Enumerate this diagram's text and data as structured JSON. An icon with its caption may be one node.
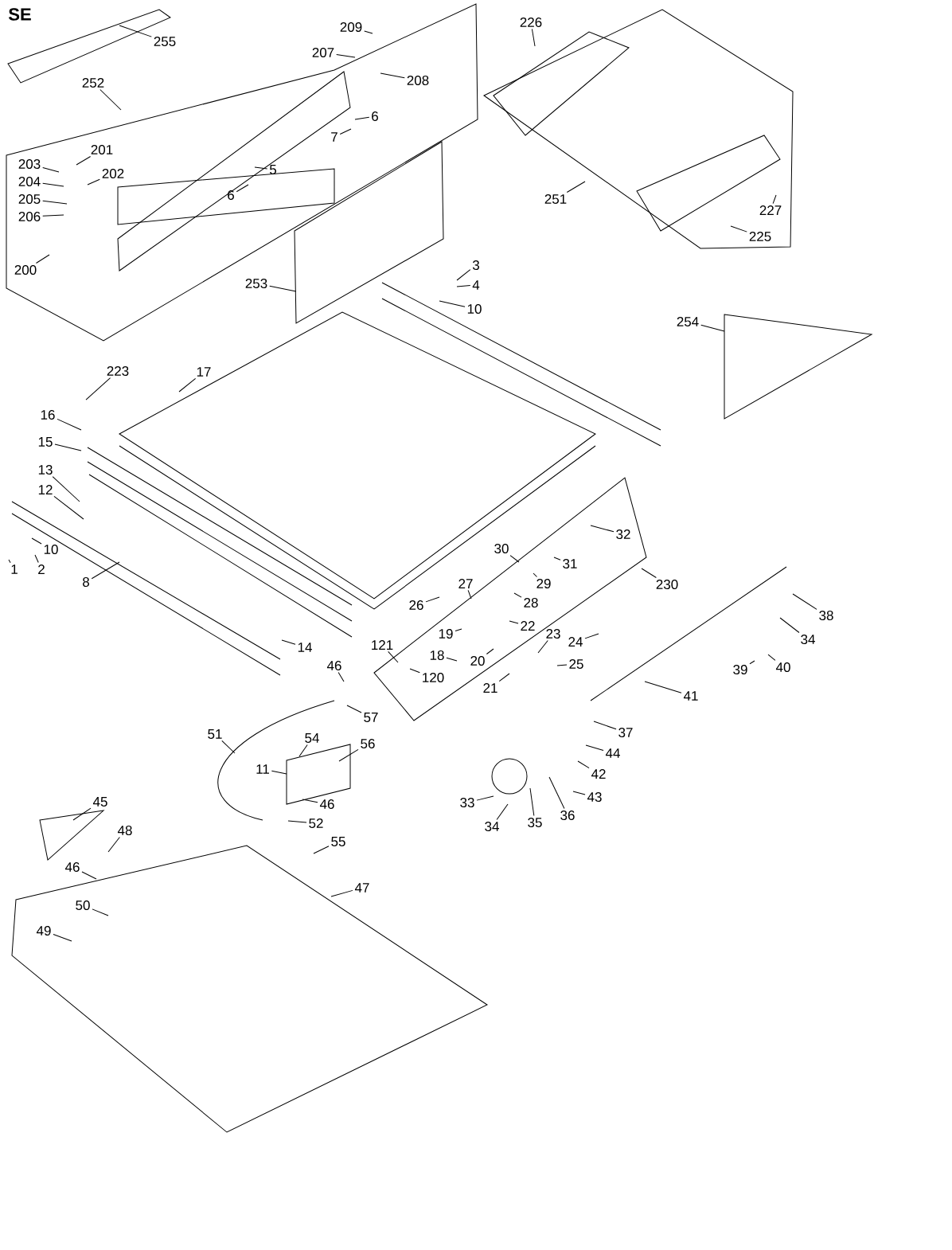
{
  "diagram": {
    "nodes": [
      {
        "text": [
          "255"
        ]
      },
      {
        "text": [
          "252"
        ]
      },
      {
        "text": [
          "209"
        ]
      },
      {
        "text": [
          "207"
        ]
      },
      {
        "text": [
          "208"
        ]
      },
      {
        "text": [
          "6"
        ]
      },
      {
        "text": [
          "7"
        ]
      },
      {
        "text": [
          "201"
        ]
      },
      {
        "text": [
          "203"
        ]
      },
      {
        "text": [
          "202"
        ]
      },
      {
        "text": [
          "204"
        ]
      },
      {
        "text": [
          "205"
        ]
      },
      {
        "text": [
          "206"
        ]
      },
      {
        "text": [
          "200"
        ]
      },
      {
        "text": [
          "5"
        ]
      },
      {
        "text": [
          "6"
        ]
      },
      {
        "text": [
          "226"
        ]
      },
      {
        "text": [
          "251"
        ]
      },
      {
        "text": [
          "227"
        ]
      },
      {
        "text": [
          "225"
        ]
      },
      {
        "text": [
          "253"
        ]
      },
      {
        "text": [
          "3"
        ]
      },
      {
        "text": [
          "4"
        ]
      },
      {
        "text": [
          "10"
        ]
      },
      {
        "text": [
          "254"
        ]
      },
      {
        "text": [
          "17"
        ]
      },
      {
        "text": [
          "223"
        ]
      },
      {
        "text": [
          "16"
        ]
      },
      {
        "text": [
          "15"
        ]
      },
      {
        "text": [
          "13"
        ]
      },
      {
        "text": [
          "12"
        ]
      },
      {
        "text": [
          "10"
        ]
      },
      {
        "text": [
          "1"
        ]
      },
      {
        "text": [
          "2"
        ]
      },
      {
        "text": [
          "8"
        ]
      },
      {
        "text": [
          "14"
        ]
      },
      {
        "text": [
          "32"
        ]
      },
      {
        "text": [
          "30"
        ]
      },
      {
        "text": [
          "31"
        ]
      },
      {
        "text": [
          "29"
        ]
      },
      {
        "text": [
          "28"
        ]
      },
      {
        "text": [
          "230"
        ]
      },
      {
        "text": [
          "27"
        ]
      },
      {
        "text": [
          "26"
        ]
      },
      {
        "text": [
          "22"
        ]
      },
      {
        "text": [
          "23"
        ]
      },
      {
        "text": [
          "24"
        ]
      },
      {
        "text": [
          "25"
        ]
      },
      {
        "text": [
          "19"
        ]
      },
      {
        "text": [
          "18"
        ]
      },
      {
        "text": [
          "20"
        ]
      },
      {
        "text": [
          "21"
        ]
      },
      {
        "text": [
          "121"
        ]
      },
      {
        "text": [
          "120"
        ]
      },
      {
        "text": [
          "46"
        ]
      },
      {
        "text": [
          "57"
        ]
      },
      {
        "text": [
          "51"
        ]
      },
      {
        "text": [
          "54"
        ]
      },
      {
        "text": [
          "56"
        ]
      },
      {
        "text": [
          "11"
        ]
      },
      {
        "text": [
          "46"
        ]
      },
      {
        "text": [
          "52"
        ]
      },
      {
        "text": [
          "55"
        ]
      },
      {
        "text": [
          "45"
        ]
      },
      {
        "text": [
          "48"
        ]
      },
      {
        "text": [
          "46"
        ]
      },
      {
        "text": [
          "47"
        ]
      },
      {
        "text": [
          "50"
        ]
      },
      {
        "text": [
          "49"
        ]
      },
      {
        "text": [
          "38"
        ]
      },
      {
        "text": [
          "34"
        ]
      },
      {
        "text": [
          "39"
        ]
      },
      {
        "text": [
          "40"
        ]
      },
      {
        "text": [
          "41"
        ]
      },
      {
        "text": [
          "37"
        ]
      },
      {
        "text": [
          "44"
        ]
      },
      {
        "text": [
          "42"
        ]
      },
      {
        "text": [
          "43"
        ]
      },
      {
        "text": [
          "36"
        ]
      },
      {
        "text": [
          "35"
        ]
      },
      {
        "text": [
          "34"
        ]
      },
      {
        "text": [
          "33"
        ]
      }
    ],
    "edges": [
      {
        "from": 0,
        "to": null,
        "arrow": "none"
      },
      {
        "from": 1,
        "to": null,
        "arrow": "none"
      },
      {
        "from": 2,
        "to": null,
        "arrow": "none"
      },
      {
        "from": 3,
        "to": null,
        "arrow": "none"
      },
      {
        "from": 4,
        "to": null,
        "arrow": "none"
      },
      {
        "from": 5,
        "to": null,
        "arrow": "none"
      },
      {
        "from": 6,
        "to": null,
        "arrow": "none"
      },
      {
        "from": 7,
        "to": null,
        "arrow": "none"
      },
      {
        "from": 8,
        "to": null,
        "arrow": "none"
      },
      {
        "from": 9,
        "to": null,
        "arrow": "none"
      },
      {
        "from": 10,
        "to": null,
        "arrow": "none"
      },
      {
        "from": 11,
        "to": null,
        "arrow": "none"
      },
      {
        "from": 12,
        "to": null,
        "arrow": "none"
      },
      {
        "from": 13,
        "to": null,
        "arrow": "none"
      },
      {
        "from": 14,
        "to": null,
        "arrow": "none"
      },
      {
        "from": 15,
        "to": null,
        "arrow": "none"
      },
      {
        "from": 16,
        "to": null,
        "arrow": "none"
      },
      {
        "from": 17,
        "to": null,
        "arrow": "none"
      },
      {
        "from": 18,
        "to": null,
        "arrow": "none"
      },
      {
        "from": 19,
        "to": null,
        "arrow": "none"
      },
      {
        "from": 20,
        "to": null,
        "arrow": "none"
      },
      {
        "from": 21,
        "to": null,
        "arrow": "none"
      },
      {
        "from": 22,
        "to": null,
        "arrow": "none"
      },
      {
        "from": 23,
        "to": null,
        "arrow": "none"
      },
      {
        "from": 24,
        "to": null,
        "arrow": "none"
      },
      {
        "from": 25,
        "to": null,
        "arrow": "none"
      },
      {
        "from": 26,
        "to": null,
        "arrow": "none"
      },
      {
        "from": 27,
        "to": null,
        "arrow": "none"
      },
      {
        "from": 28,
        "to": null,
        "arrow": "none"
      },
      {
        "from": 29,
        "to": null,
        "arrow": "none"
      },
      {
        "from": 30,
        "to": null,
        "arrow": "none"
      },
      {
        "from": 31,
        "to": null,
        "arrow": "none"
      },
      {
        "from": 32,
        "to": null,
        "arrow": "none"
      },
      {
        "from": 33,
        "to": null,
        "arrow": "none"
      },
      {
        "from": 34,
        "to": null,
        "arrow": "none"
      },
      {
        "from": 35,
        "to": null,
        "arrow": "none"
      },
      {
        "from": 36,
        "to": null,
        "arrow": "none"
      },
      {
        "from": 37,
        "to": null,
        "arrow": "none"
      },
      {
        "from": 38,
        "to": null,
        "arrow": "none"
      },
      {
        "from": 39,
        "to": null,
        "arrow": "none"
      },
      {
        "from": 40,
        "to": null,
        "arrow": "none"
      },
      {
        "from": 41,
        "to": null,
        "arrow": "none"
      },
      {
        "from": 42,
        "to": null,
        "arrow": "none"
      },
      {
        "from": 43,
        "to": null,
        "arrow": "none"
      },
      {
        "from": 44,
        "to": null,
        "arrow": "none"
      },
      {
        "from": 45,
        "to": null,
        "arrow": "none"
      },
      {
        "from": 46,
        "to": null,
        "arrow": "none"
      },
      {
        "from": 47,
        "to": null,
        "arrow": "none"
      },
      {
        "from": 48,
        "to": null,
        "arrow": "none"
      },
      {
        "from": 49,
        "to": null,
        "arrow": "none"
      },
      {
        "from": 50,
        "to": null,
        "arrow": "none"
      },
      {
        "from": 51,
        "to": null,
        "arrow": "none"
      },
      {
        "from": 52,
        "to": null,
        "arrow": "none"
      },
      {
        "from": 53,
        "to": null,
        "arrow": "none"
      },
      {
        "from": 54,
        "to": null,
        "arrow": "none"
      },
      {
        "from": 55,
        "to": null,
        "arrow": "none"
      },
      {
        "from": 56,
        "to": null,
        "arrow": "none"
      },
      {
        "from": 57,
        "to": null,
        "arrow": "none"
      },
      {
        "from": 58,
        "to": null,
        "arrow": "none"
      },
      {
        "from": 59,
        "to": null,
        "arrow": "none"
      },
      {
        "from": 60,
        "to": null,
        "arrow": "none"
      },
      {
        "from": 61,
        "to": null,
        "arrow": "none"
      },
      {
        "from": 62,
        "to": null,
        "arrow": "none"
      },
      {
        "from": 63,
        "to": null,
        "arrow": "none"
      },
      {
        "from": 64,
        "to": null,
        "arrow": "none"
      },
      {
        "from": 65,
        "to": null,
        "arrow": "none"
      },
      {
        "from": 66,
        "to": null,
        "arrow": "none"
      },
      {
        "from": 67,
        "to": null,
        "arrow": "none"
      },
      {
        "from": 68,
        "to": null,
        "arrow": "none"
      },
      {
        "from": 69,
        "to": null,
        "arrow": "none"
      },
      {
        "from": 70,
        "to": null,
        "arrow": "none"
      },
      {
        "from": 71,
        "to": null,
        "arrow": "none"
      },
      {
        "from": 72,
        "to": null,
        "arrow": "none"
      },
      {
        "from": 73,
        "to": null,
        "arrow": "none"
      },
      {
        "from": 74,
        "to": null,
        "arrow": "none"
      },
      {
        "from": 75,
        "to": null,
        "arrow": "none"
      },
      {
        "from": 76,
        "to": null,
        "arrow": "none"
      },
      {
        "from": 77,
        "to": null,
        "arrow": "none"
      },
      {
        "from": 78,
        "to": null,
        "arrow": "none"
      },
      {
        "from": 79,
        "to": null,
        "arrow": "none"
      },
      {
        "from": 80,
        "to": null,
        "arrow": "none"
      },
      {
        "from": 81,
        "to": null,
        "arrow": "none"
      }
    ],
    "labels": [
      "SE"
    ]
  }
}
